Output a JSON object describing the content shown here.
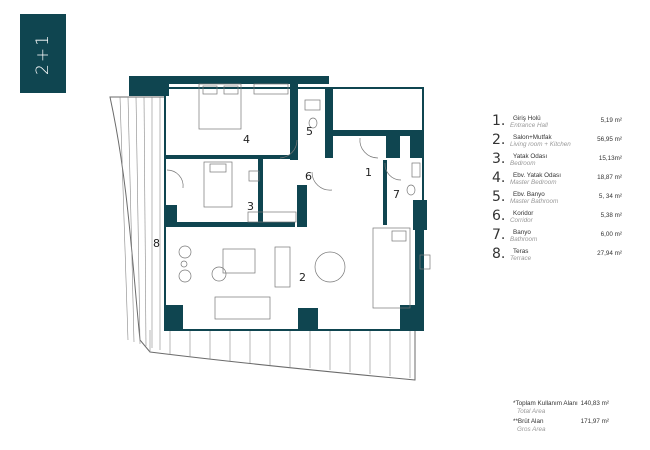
{
  "badge": {
    "label": "2+1"
  },
  "colors": {
    "wall": "#0f4550",
    "line": "#6b6b6b"
  },
  "rooms_on_plan": [
    "1",
    "2",
    "3",
    "4",
    "5",
    "6",
    "7",
    "8"
  ],
  "legend": [
    {
      "num": "1.",
      "tr": "Giriş Holü",
      "en": "Entrance Hall",
      "area": "5,19 m²"
    },
    {
      "num": "2.",
      "tr": "Salon+Mutfak",
      "en": "Living room + Kitchen",
      "area": "56,95 m²"
    },
    {
      "num": "3.",
      "tr": "Yatak Odası",
      "en": "Bedroom",
      "area": "15,13m²"
    },
    {
      "num": "4.",
      "tr": "Ebv. Yatak Odası",
      "en": "Master Bedroom",
      "area": "18,87 m²"
    },
    {
      "num": "5.",
      "tr": "Ebv. Banyo",
      "en": "Master Bathroom",
      "area": "5, 34 m²"
    },
    {
      "num": "6.",
      "tr": "Koridor",
      "en": "Corridor",
      "area": "5,38 m²"
    },
    {
      "num": "7.",
      "tr": "Banyo",
      "en": "Bathroom",
      "area": "6,00 m²"
    },
    {
      "num": "8.",
      "tr": "Teras",
      "en": "Terrace",
      "area": "27,94 m²"
    }
  ],
  "totals": [
    {
      "tr": "*Toplam Kullanım Alanı",
      "en": "Total Area",
      "area": "140,83 m²"
    },
    {
      "tr": "**Brüt Alan",
      "en": "Gros Area",
      "area": "171,97 m²"
    }
  ]
}
